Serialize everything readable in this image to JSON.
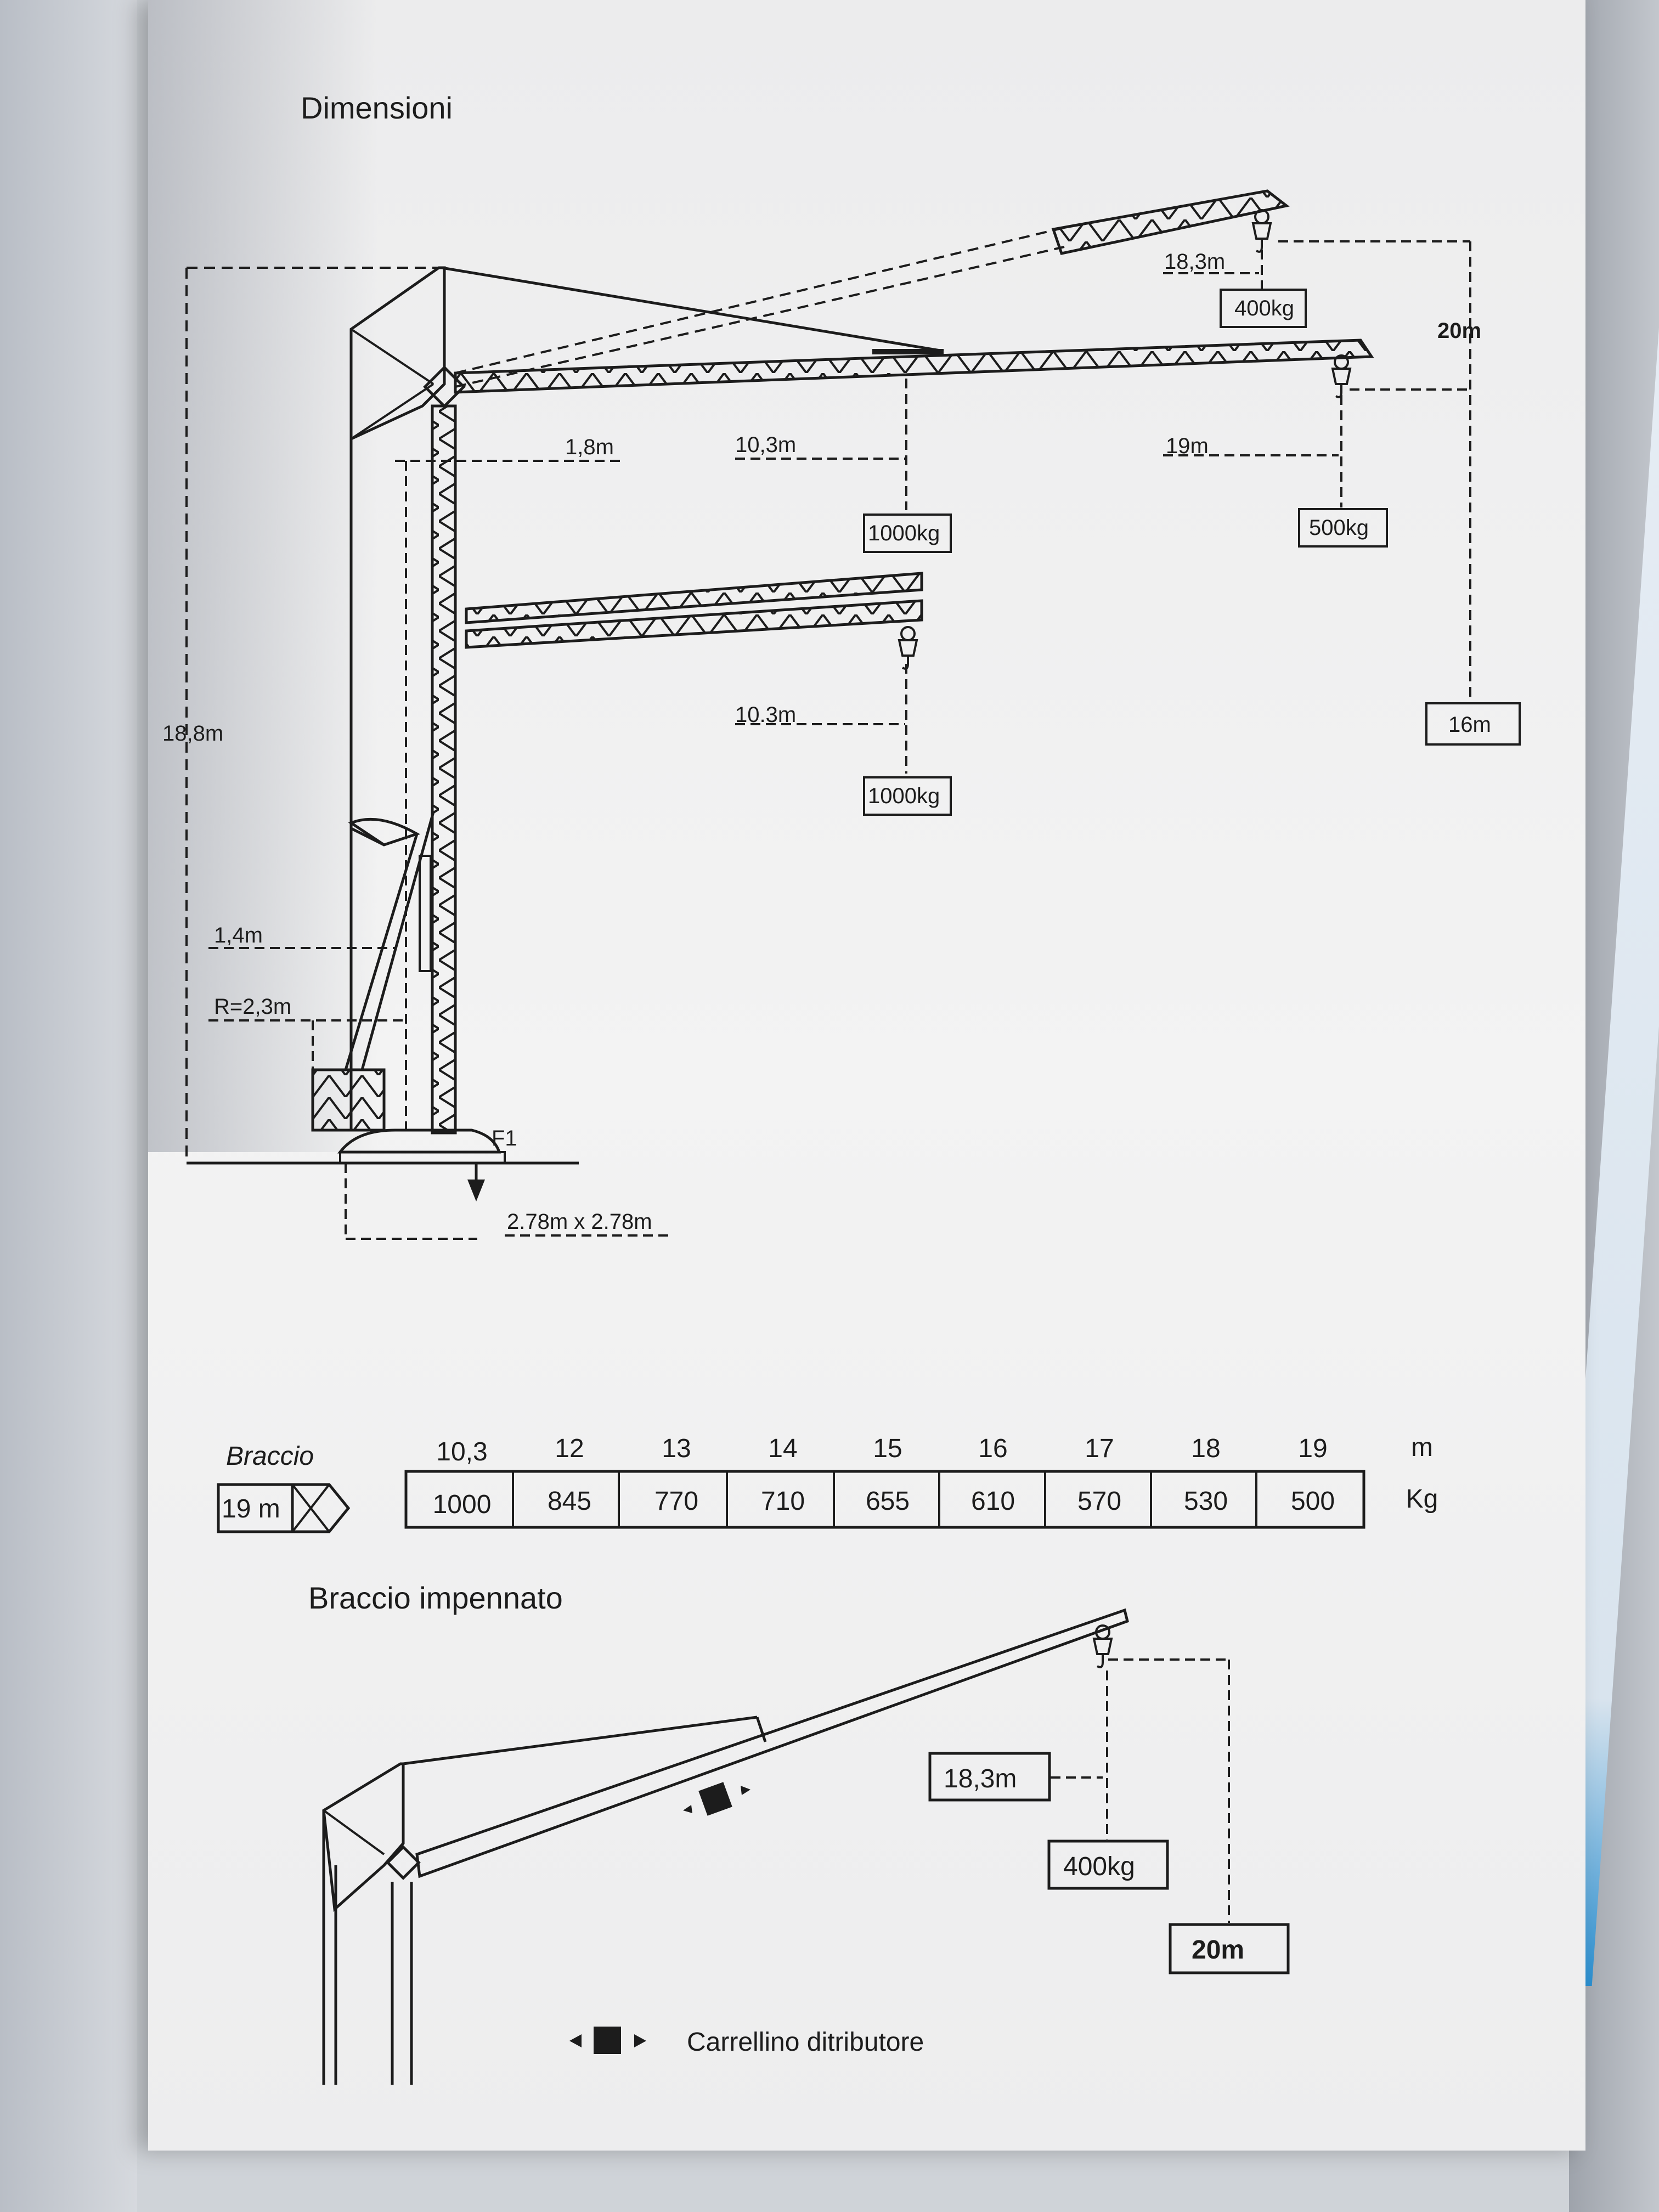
{
  "section_title": "Dimensioni",
  "dims": {
    "height": "18,8m",
    "mast_offset": "1,8m",
    "r10_top": "10,3m",
    "r19": "19m",
    "r18_top": "18,3m",
    "r10_low": "10.3m",
    "h20": "20m",
    "h16": "16m",
    "d14": "1,4m",
    "radius": "R=2,3m",
    "force": "F1",
    "base": "2.78m x 2.78m"
  },
  "loads": {
    "load_1000_top": "1000kg",
    "load_400_top": "400kg",
    "load_500": "500kg",
    "load_1000_low": "1000kg"
  },
  "table": {
    "label": "Braccio",
    "boom_length": "19 m",
    "unit_m": "m",
    "unit_kg": "Kg",
    "distances": [
      "10,3",
      "12",
      "13",
      "14",
      "15",
      "16",
      "17",
      "18",
      "19"
    ],
    "loads": [
      "1000",
      "845",
      "770",
      "710",
      "655",
      "610",
      "570",
      "530",
      "500"
    ]
  },
  "luffed": {
    "title": "Braccio impennato",
    "radius": "18,3m",
    "load": "400kg",
    "height": "20m"
  },
  "legend": {
    "label": "Carrellino ditributore"
  }
}
